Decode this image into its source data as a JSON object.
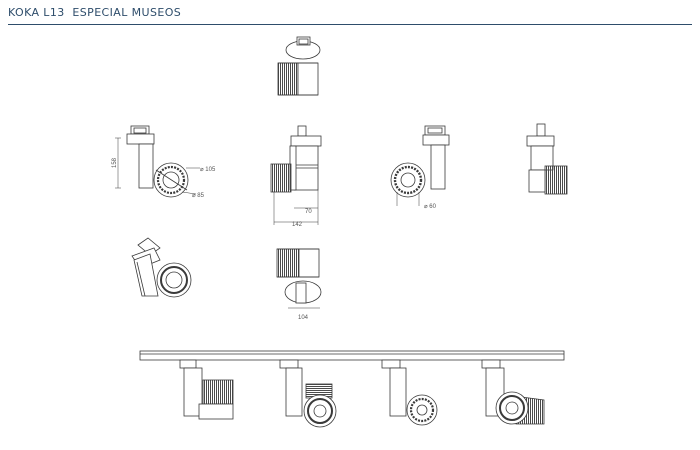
{
  "header": {
    "title": "KOKA L13  ESPECIAL MUSEOS"
  },
  "dimensions": {
    "height": "158",
    "diameter_large": "⌀ 105",
    "diameter_small": "⌀ 85",
    "depth": "70",
    "length": "142",
    "diameter_front": "⌀ 60",
    "width_top": "104"
  },
  "colors": {
    "line": "#3a3a3a",
    "fin": "#555555",
    "header": "#2e4d6b"
  }
}
